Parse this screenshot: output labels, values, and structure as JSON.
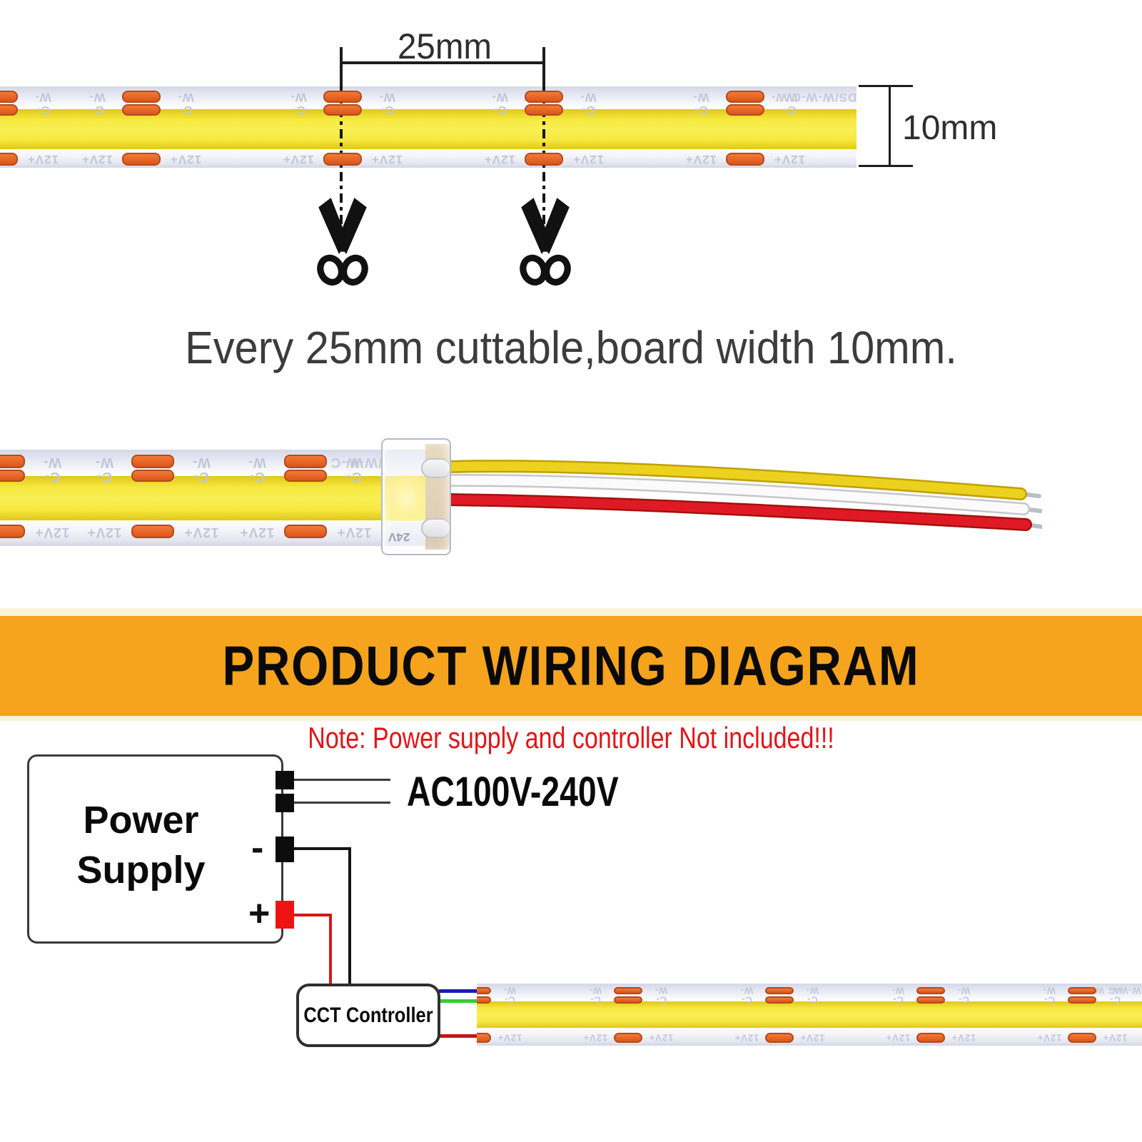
{
  "section_cutting": {
    "dim_width": "25mm",
    "dim_height": "10mm",
    "caption": "Every 25mm cuttable,board width 10mm."
  },
  "strip": {
    "label_w": "W-",
    "label_c": "C-",
    "label_12v": "12V+",
    "end_print": "DS/W-W-C W-",
    "connector_print": "24V"
  },
  "banner": {
    "title": "PRODUCT WIRING DIAGRAM",
    "bg_color": "#f6a41e"
  },
  "diagram": {
    "note": "Note: Power supply and controller Not included!!!",
    "note_color": "#e21418",
    "power_supply_line1": "Power",
    "power_supply_line2": "Supply",
    "ac_input": "AC100V-240V",
    "minus": "-",
    "plus": "+",
    "controller": "CCT Controller"
  },
  "colors": {
    "pad_orange": "#e8672b",
    "strip_yellow": "#f8ec3d",
    "wire_blue": "#1b1bb0",
    "wire_green": "#35cc35",
    "wire_red": "#c41616",
    "feed_wire_red": "#d81616",
    "feed_wire_black": "#141414"
  }
}
